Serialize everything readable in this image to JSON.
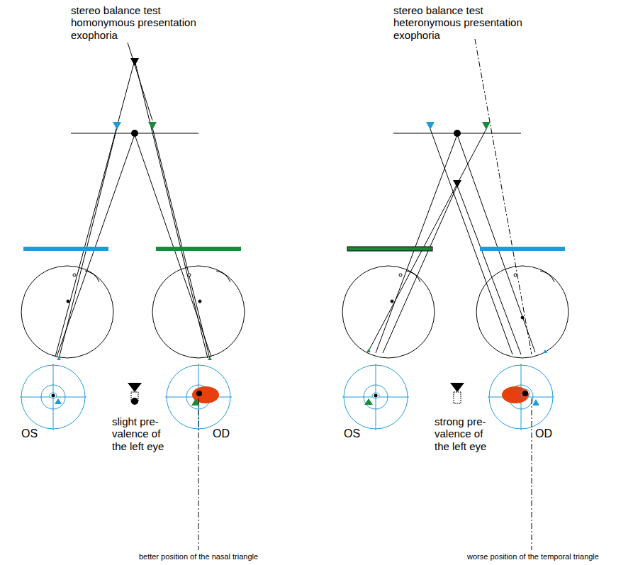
{
  "diagram": {
    "labels": [
      "stereo balance test homonymous presentation exophoria",
      "stereo balance test heteronymous presentation exophoria",
      "OS",
      "OD",
      "slight pre- valence of the left eye",
      "better position of the nasal triangle",
      "OS",
      "OD",
      "strong pre- valence of the left eye",
      "worse position of the temporal triangle"
    ]
  }
}
